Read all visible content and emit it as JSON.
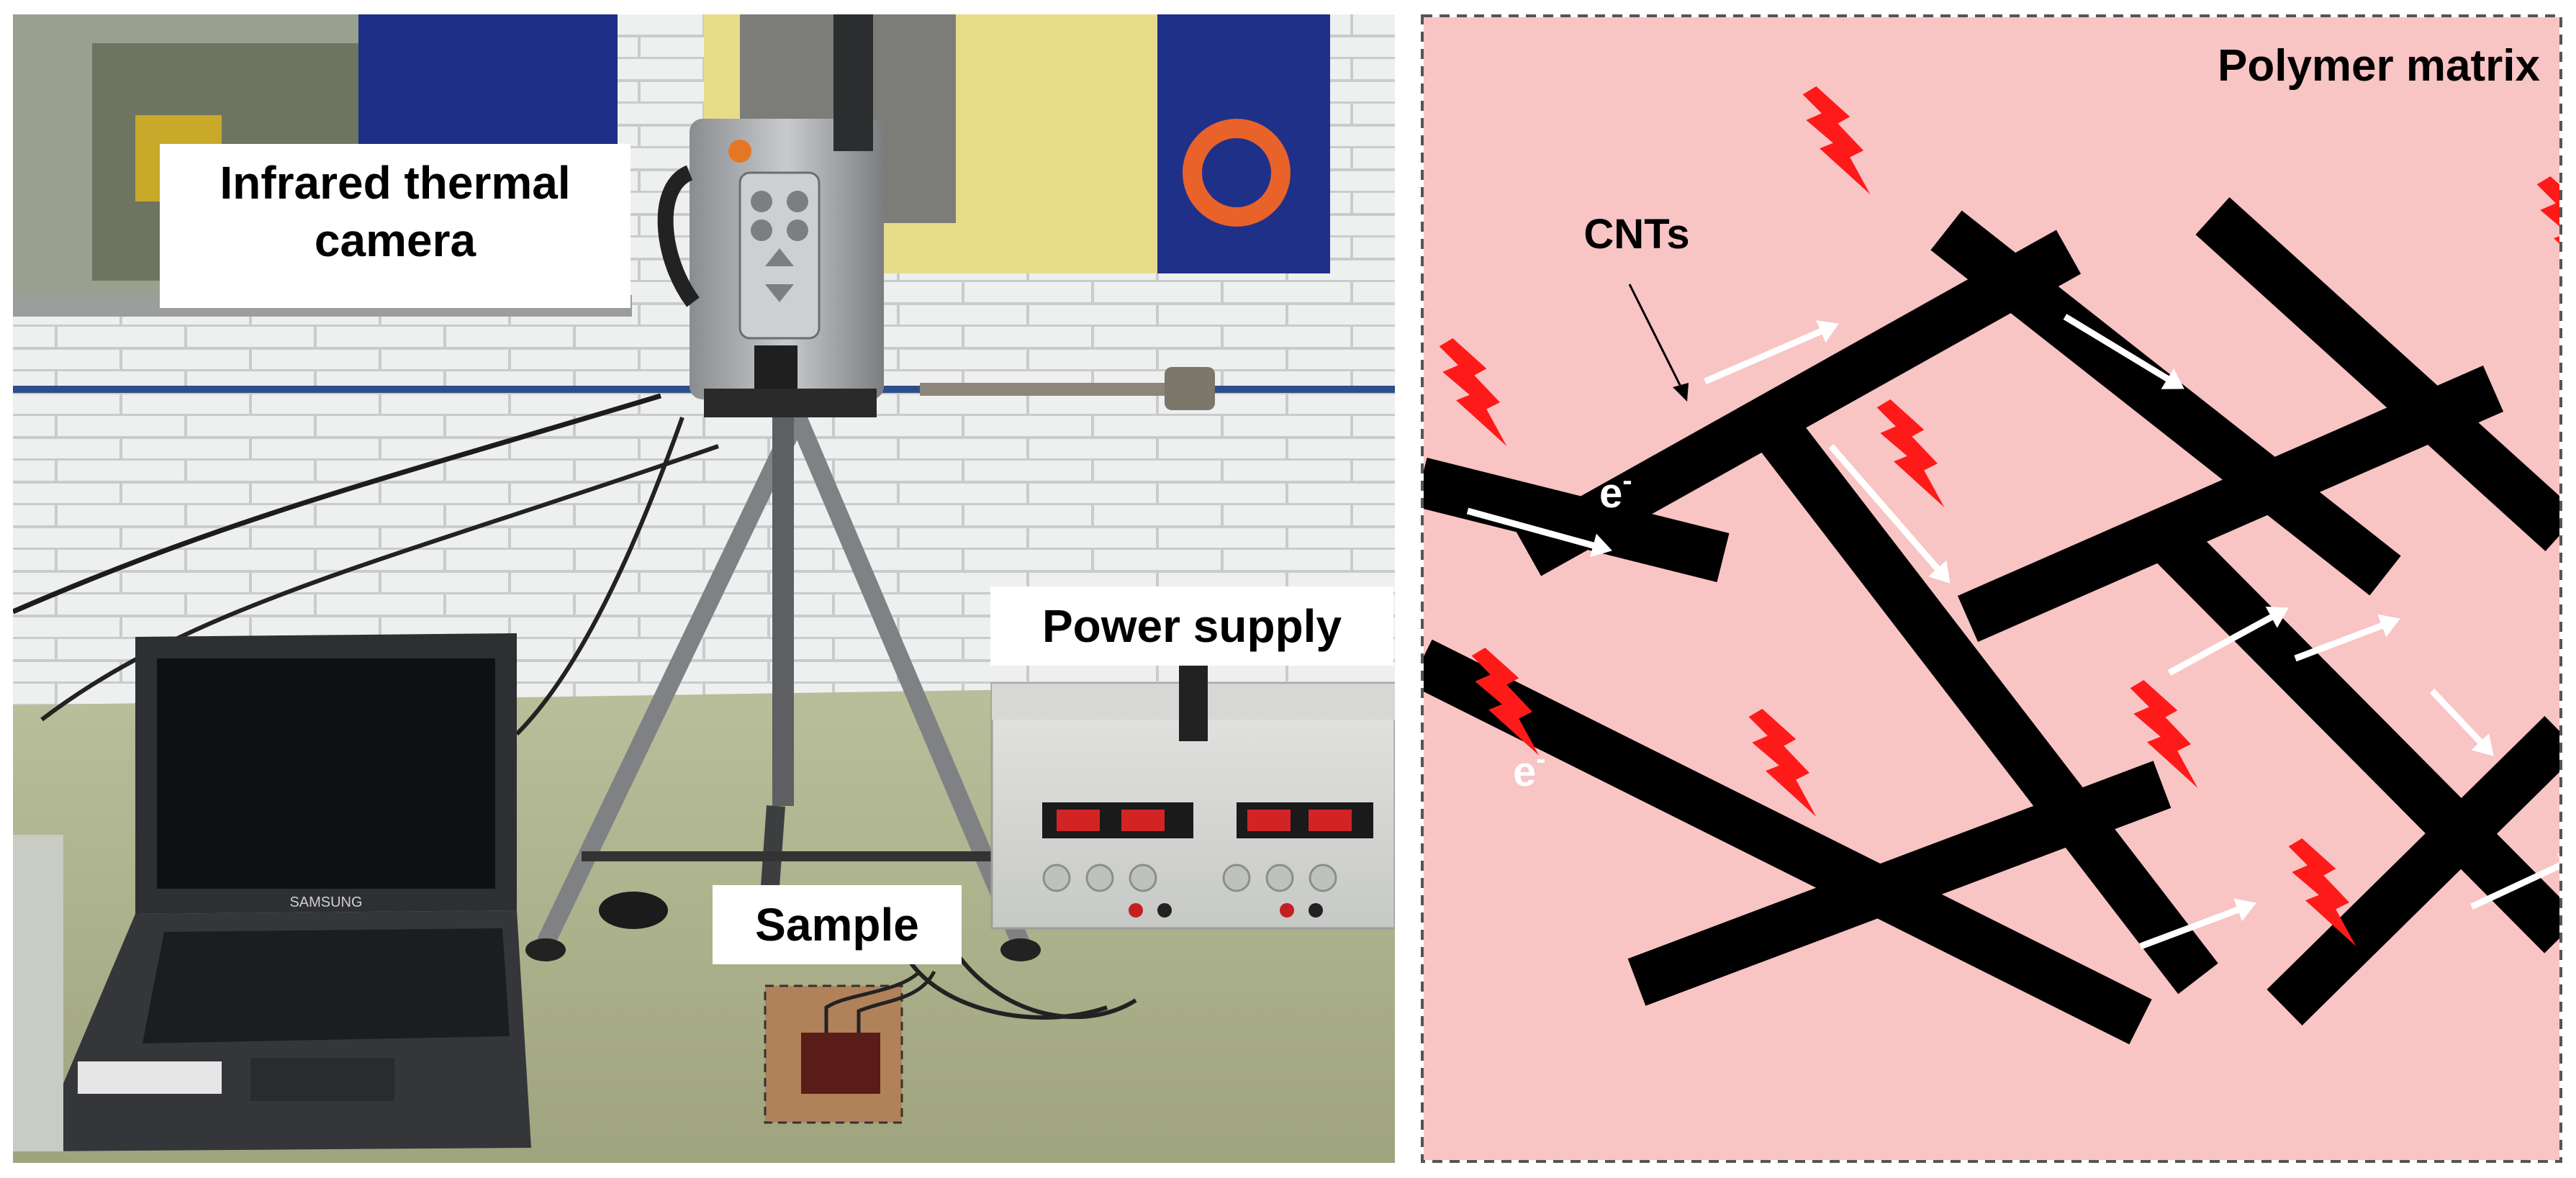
{
  "photo": {
    "labels": {
      "camera": [
        "Infrared thermal",
        "camera"
      ],
      "power_supply": "Power supply",
      "sample": "Sample"
    },
    "laptop_brand": "SAMSUNG"
  },
  "schematic": {
    "matrix_label": "Polymer matrix",
    "cnt_label": "CNTs",
    "electron_label": "e",
    "electron_charge": "-",
    "colors": {
      "matrix_fill": "#f8c4c4",
      "cnt": "#000000",
      "heat_bolt": "#ff1a1a",
      "electron_arrow": "#ffffff",
      "panel_border": "#555555"
    },
    "icons": [
      "lightning-bolt-icon",
      "electron-flow-arrow-icon"
    ]
  }
}
